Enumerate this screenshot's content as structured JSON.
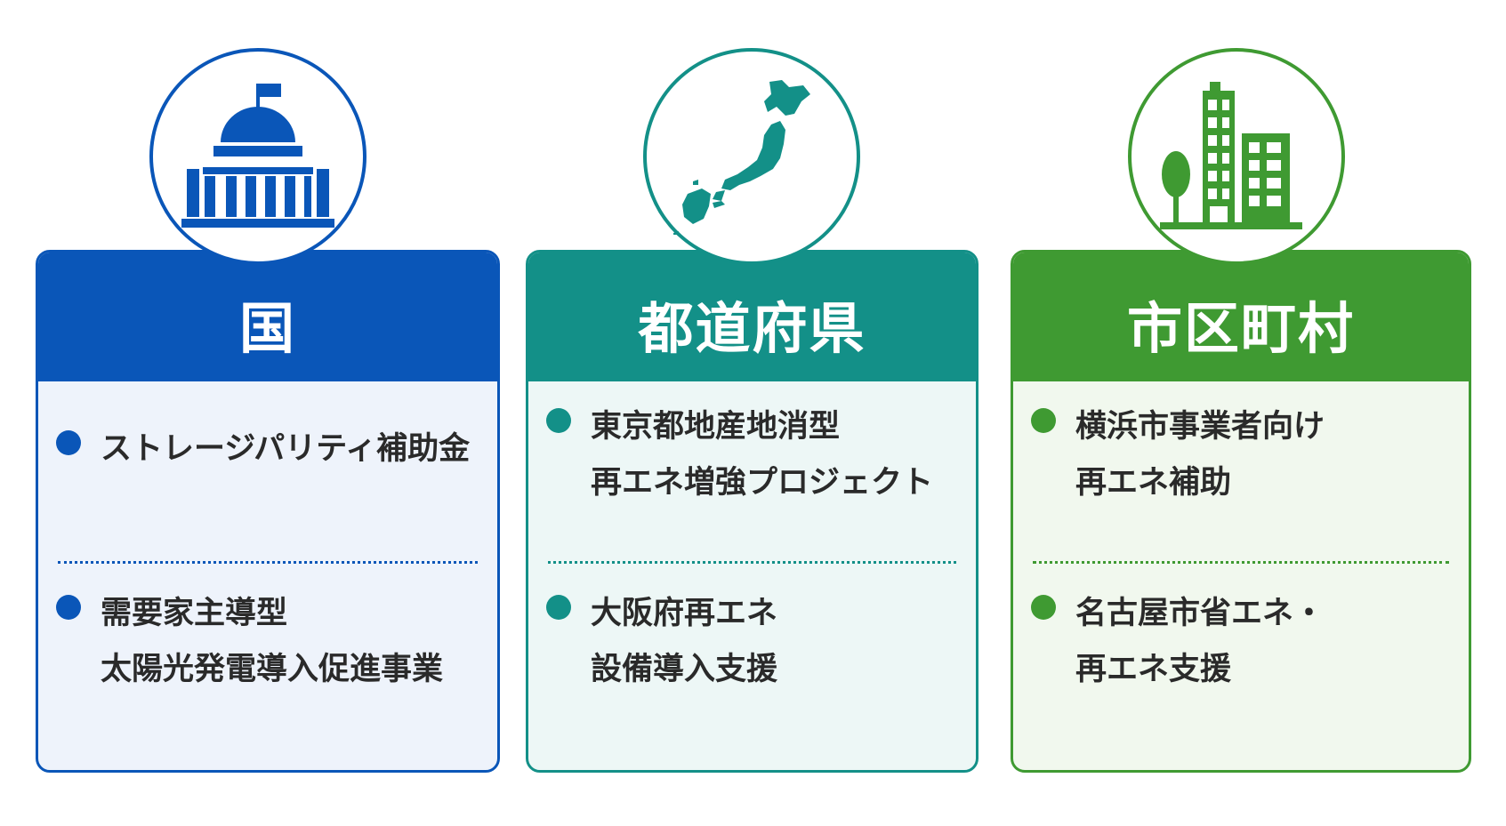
{
  "columns": [
    {
      "title": "国",
      "icon": "government-building-icon",
      "color": "#0a56b8",
      "body_bg": "#eef3fb",
      "items": [
        {
          "lines": [
            "ストレージパリティ補助金"
          ]
        },
        {
          "lines": [
            "需要家主導型",
            "太陽光発電導入促進事業"
          ]
        }
      ]
    },
    {
      "title": "都道府県",
      "icon": "japan-map-icon",
      "color": "#139088",
      "body_bg": "#edf7f6",
      "items": [
        {
          "lines": [
            "東京都地産地消型",
            "再エネ増強プロジェクト"
          ]
        },
        {
          "lines": [
            "大阪府再エネ",
            "設備導入支援"
          ]
        }
      ]
    },
    {
      "title": "市区町村",
      "icon": "city-buildings-icon",
      "color": "#3f9a32",
      "body_bg": "#f1f8ee",
      "items": [
        {
          "lines": [
            "横浜市事業者向け",
            "再エネ補助"
          ]
        },
        {
          "lines": [
            "名古屋市省エネ・",
            "再エネ支援"
          ]
        }
      ]
    }
  ]
}
